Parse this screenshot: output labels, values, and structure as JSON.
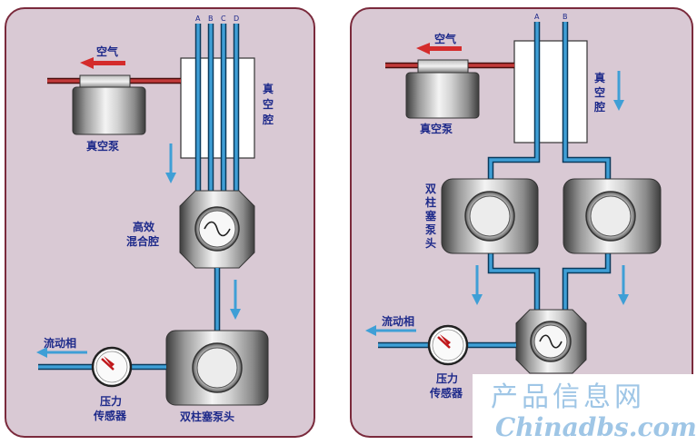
{
  "left": {
    "air_label": "空气",
    "vacuum_pump_label": "真空泵",
    "vacuum_chamber_label": "真空腔",
    "mixing_chamber_label": "高效混合腔",
    "pump_head_label": "双柱塞泵头",
    "mobile_phase_label": "流动相",
    "pressure_sensor_label": "压力传感器",
    "line_labels": [
      "A",
      "B",
      "C",
      "D"
    ]
  },
  "right": {
    "air_label": "空气",
    "vacuum_pump_label": "真空泵",
    "vacuum_chamber_label": "真空腔",
    "pump_head_label": "双柱塞泵头",
    "mobile_phase_label": "流动相",
    "pressure_sensor_label": "压力传感器",
    "line_labels": [
      "A",
      "B"
    ]
  },
  "watermark": {
    "cn": "产品信息网",
    "en": "Chinadbs.com"
  },
  "colors": {
    "panel_bg": "#d9c9d4",
    "panel_border": "#7a2a3c",
    "pipe": "#3f9fd6",
    "label": "#1e2a8a",
    "air_arrow": "#d42b2b"
  }
}
